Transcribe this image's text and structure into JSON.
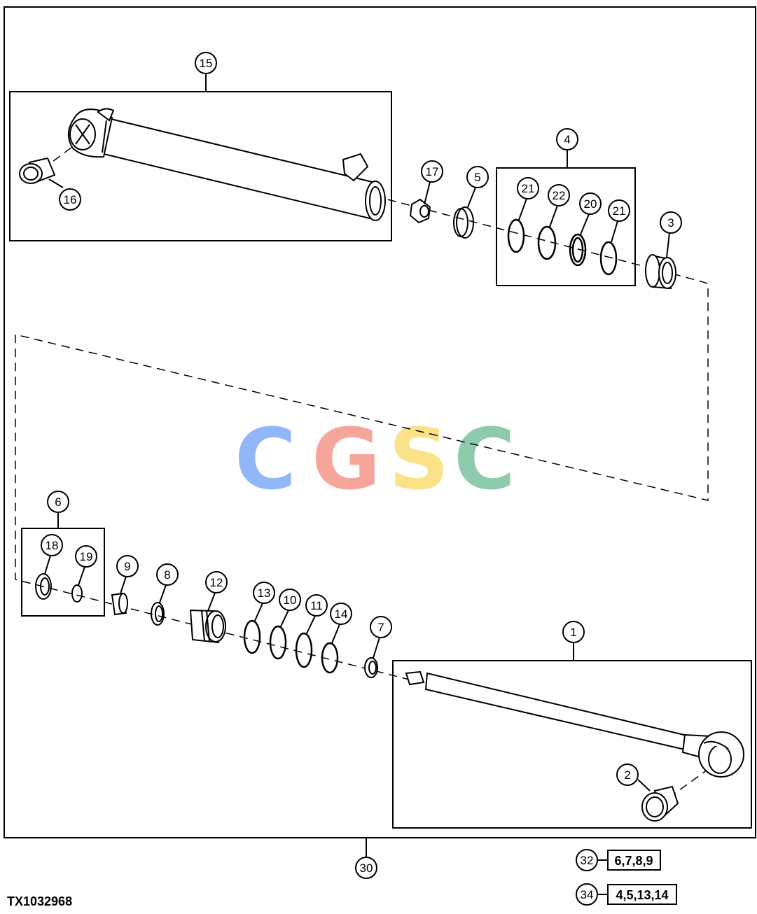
{
  "figure_id": "TX1032968",
  "watermark": {
    "letters": [
      "C",
      "G",
      "S",
      "C"
    ],
    "colors": [
      "#8cb4f8",
      "#f6a196",
      "#fbe082",
      "#88c8a8"
    ]
  },
  "callouts": [
    {
      "id": "c15",
      "label": "15"
    },
    {
      "id": "c16",
      "label": "16"
    },
    {
      "id": "c17",
      "label": "17"
    },
    {
      "id": "c5",
      "label": "5"
    },
    {
      "id": "c4",
      "label": "4"
    },
    {
      "id": "c21a",
      "label": "21"
    },
    {
      "id": "c22",
      "label": "22"
    },
    {
      "id": "c20",
      "label": "20"
    },
    {
      "id": "c21b",
      "label": "21"
    },
    {
      "id": "c3",
      "label": "3"
    },
    {
      "id": "c6",
      "label": "6"
    },
    {
      "id": "c18",
      "label": "18"
    },
    {
      "id": "c19",
      "label": "19"
    },
    {
      "id": "c9",
      "label": "9"
    },
    {
      "id": "c8",
      "label": "8"
    },
    {
      "id": "c12",
      "label": "12"
    },
    {
      "id": "c13",
      "label": "13"
    },
    {
      "id": "c10",
      "label": "10"
    },
    {
      "id": "c11",
      "label": "11"
    },
    {
      "id": "c14",
      "label": "14"
    },
    {
      "id": "c7",
      "label": "7"
    },
    {
      "id": "c1",
      "label": "1"
    },
    {
      "id": "c2",
      "label": "2"
    },
    {
      "id": "c30",
      "label": "30"
    }
  ],
  "kits": [
    {
      "number": "32",
      "contents": "6,7,8,9"
    },
    {
      "number": "34",
      "contents": "4,5,13,14"
    }
  ]
}
